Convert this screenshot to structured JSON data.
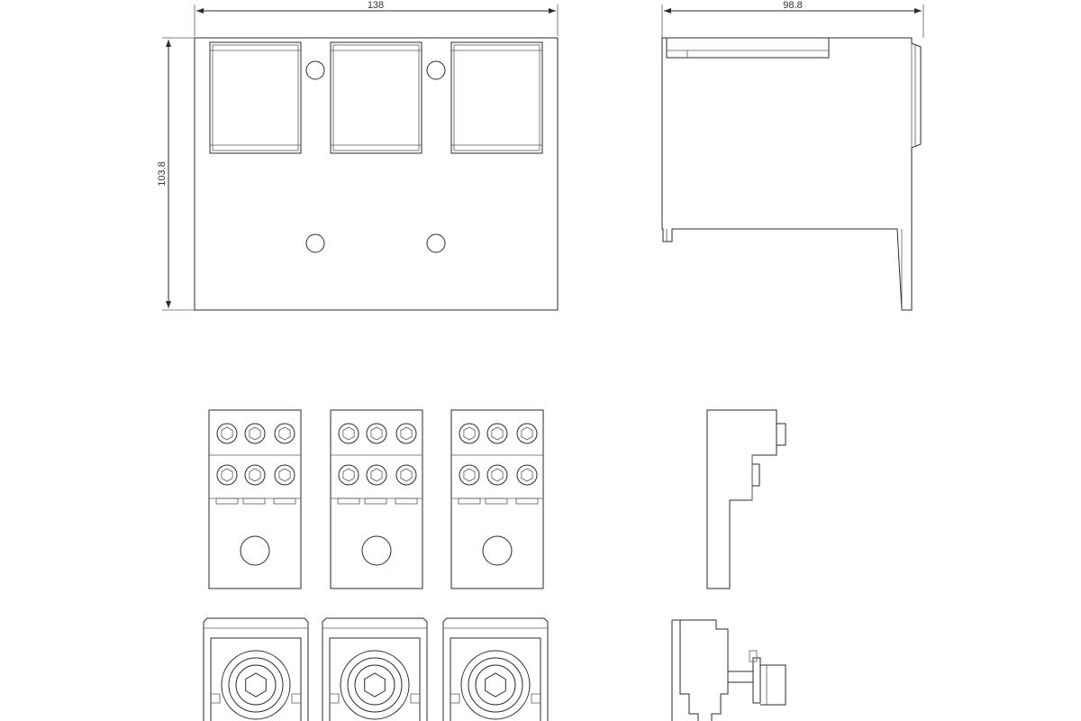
{
  "dimensions": {
    "front_width": "138",
    "front_height": "103.8",
    "side_depth": "98.8"
  }
}
